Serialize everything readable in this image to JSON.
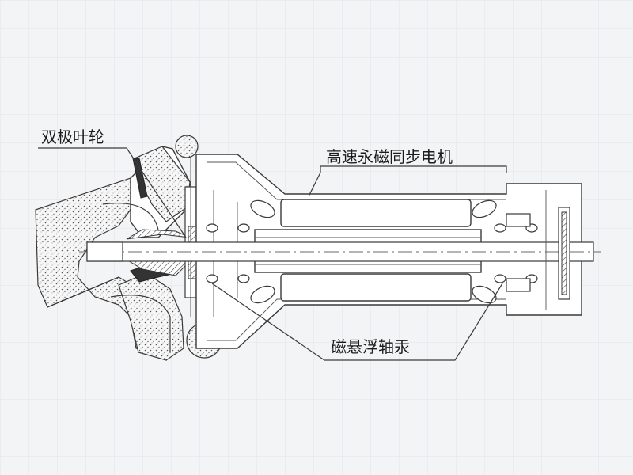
{
  "labels": {
    "impeller": "双极叶轮",
    "motor": "高速永磁同步电机",
    "bearing": "磁悬浮轴汞"
  },
  "colors": {
    "background": "#f3f4f6",
    "grid": "#e3e5e8",
    "line": "#3a3a3a"
  }
}
